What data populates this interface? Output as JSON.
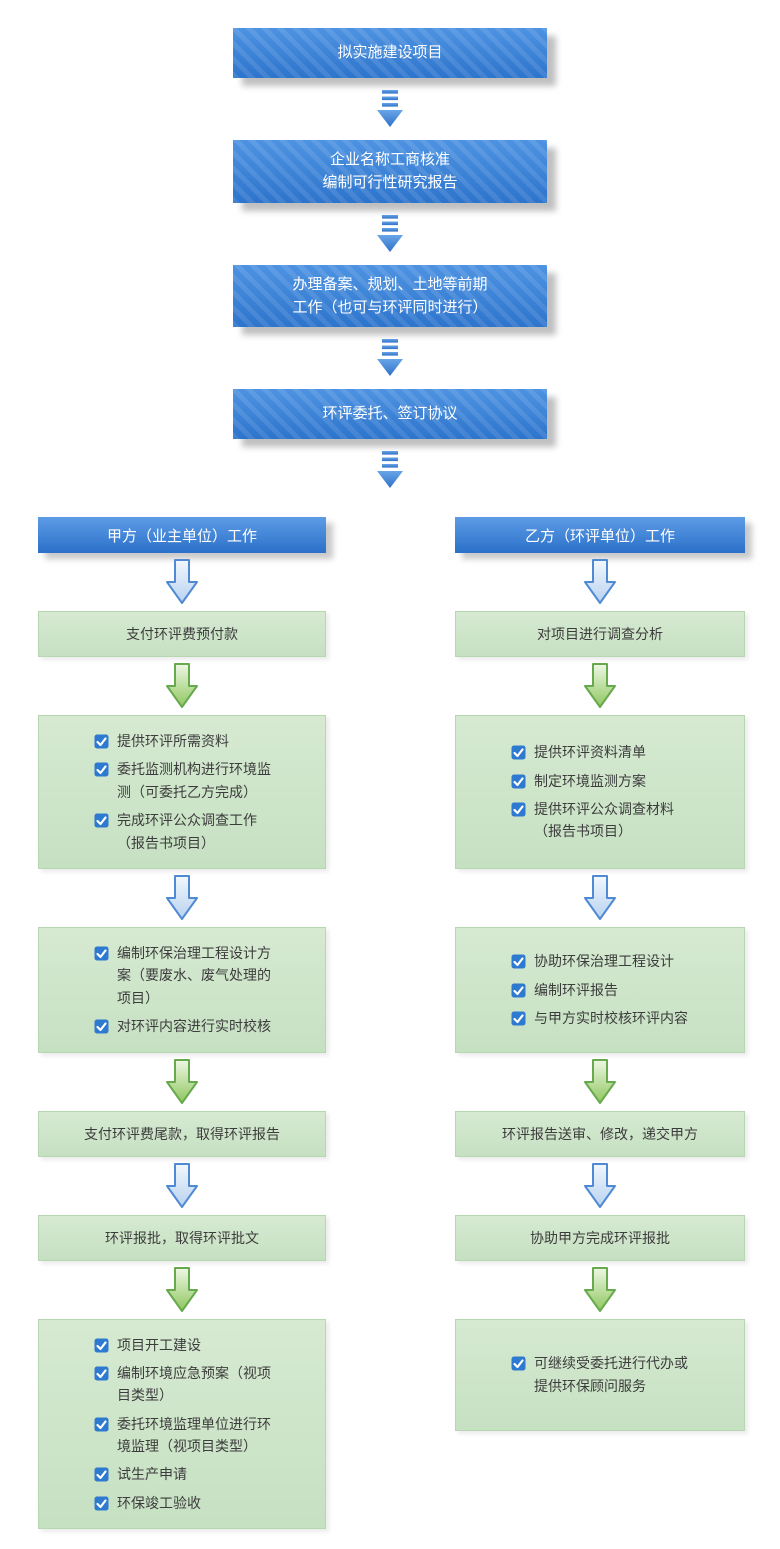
{
  "colors": {
    "blue_box": "#3079d2",
    "header_blue": "#2b70c9",
    "green_box": "#cde4ca",
    "arrow_blue_stroke": "#4f8ad2",
    "arrow_green_stroke": "#67a94d",
    "checkbox_blue": "#2e7ad0",
    "text_dark": "#3c3c3c",
    "text_white": "#ffffff"
  },
  "icons": {
    "flow_arrow": "down-arrow-icon",
    "block_arrow": "down-block-arrow-icon",
    "checkbox": "checked-checkbox-icon"
  },
  "top_flow": {
    "boxes": [
      {
        "lines": [
          "拟实施建设项目"
        ]
      },
      {
        "lines": [
          "企业名称工商核准",
          "编制可行性研究报告"
        ]
      },
      {
        "lines": [
          "办理备案、规划、土地等前期",
          "工作（也可与环评同时进行）"
        ]
      },
      {
        "lines": [
          "环评委托、签订协议"
        ]
      }
    ]
  },
  "columns": {
    "left": {
      "header": "甲方（业主单位）工作",
      "steps": [
        {
          "text": "支付环评费预付款"
        },
        {
          "items": [
            "提供环评所需资料",
            "委托监测机构进行环境监测（可委托乙方完成）",
            "完成环评公众调查工作（报告书项目）"
          ]
        },
        {
          "items": [
            "编制环保治理工程设计方案（要废水、废气处理的项目）",
            "对环评内容进行实时校核"
          ]
        },
        {
          "text": "支付环评费尾款，取得环评报告"
        },
        {
          "text": "环评报批，取得环评批文"
        },
        {
          "items": [
            "项目开工建设",
            "编制环境应急预案（视项目类型）",
            "委托环境监理单位进行环境监理（视项目类型）",
            "试生产申请",
            "环保竣工验收"
          ]
        }
      ]
    },
    "right": {
      "header": "乙方（环评单位）工作",
      "steps": [
        {
          "text": "对项目进行调查分析"
        },
        {
          "items": [
            "提供环评资料清单",
            "制定环境监测方案",
            "提供环评公众调查材料（报告书项目）"
          ]
        },
        {
          "items": [
            "协助环保治理工程设计",
            "编制环评报告",
            "与甲方实时校核环评内容"
          ]
        },
        {
          "text": "环评报告送审、修改，递交甲方"
        },
        {
          "text": "协助甲方完成环评报批"
        },
        {
          "items": [
            "可继续受委托进行代办或提供环保顾问服务"
          ]
        }
      ]
    }
  }
}
